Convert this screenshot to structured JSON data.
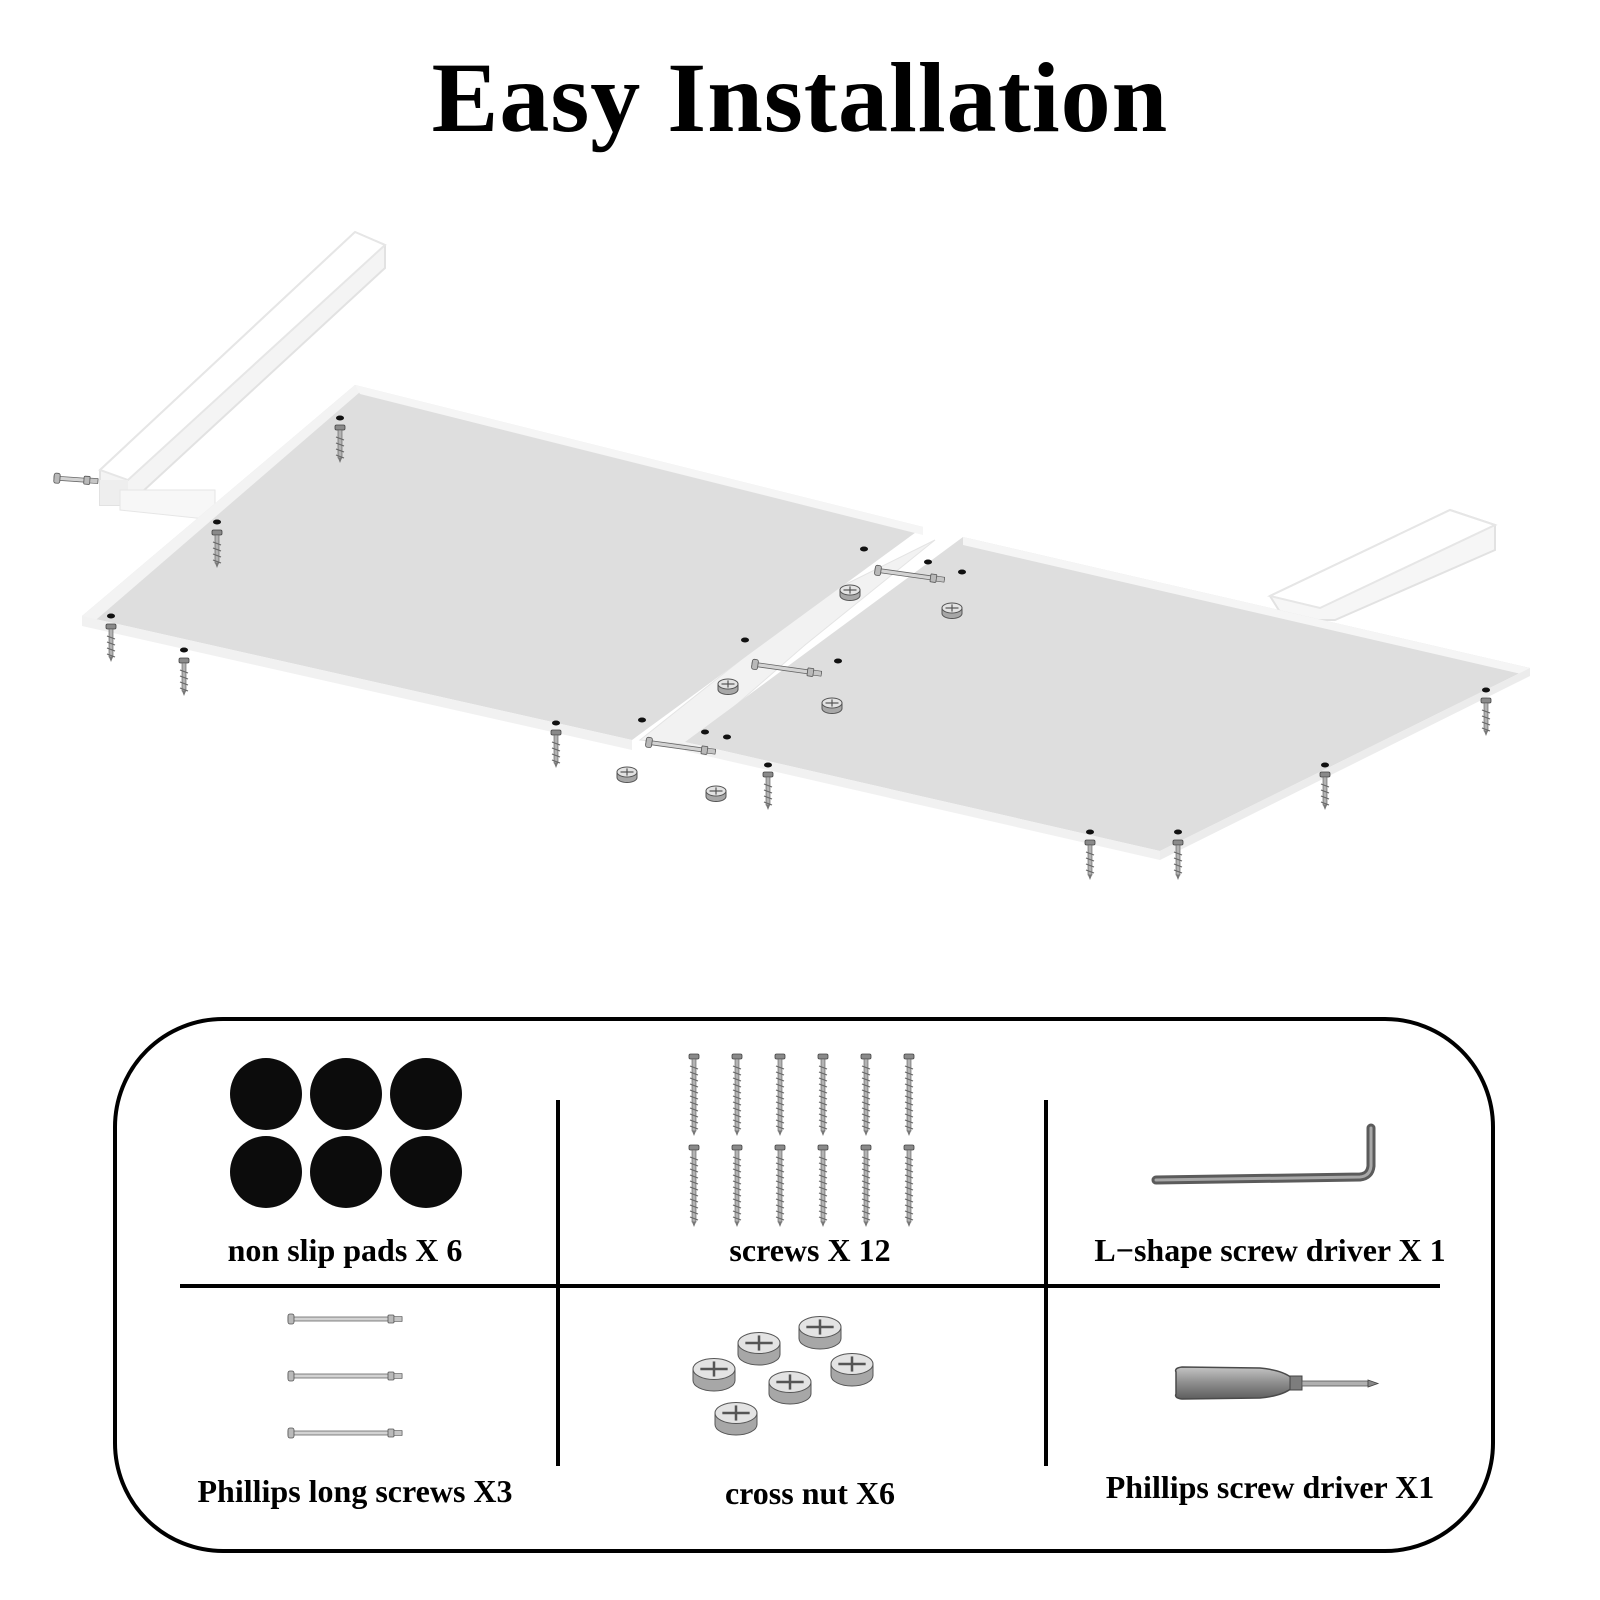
{
  "title": "Easy Installation",
  "colors": {
    "panel_top": "#ffffff",
    "panel_face": "#dedede",
    "panel_edge": "#f3f3f3",
    "hardware": "#9a9a9a",
    "outline": "#000000"
  },
  "parts": [
    {
      "id": "pads",
      "label": "non slip pads X 6",
      "icon": "felt-pad-icon",
      "count": 6
    },
    {
      "id": "screws",
      "label": "screws X 12",
      "icon": "wood-screw-icon",
      "count": 12
    },
    {
      "id": "lkey",
      "label": "L−shape screw driver X 1",
      "icon": "l-shape-key-icon",
      "count": 1
    },
    {
      "id": "longscrews",
      "label": "Phillips long screws X3",
      "icon": "long-screw-icon",
      "count": 3
    },
    {
      "id": "crossnuts",
      "label": "cross nut X6",
      "icon": "cross-nut-icon",
      "count": 6
    },
    {
      "id": "driver",
      "label": "Phillips screw driver X1",
      "icon": "phillips-screwdriver-icon",
      "count": 1
    }
  ]
}
